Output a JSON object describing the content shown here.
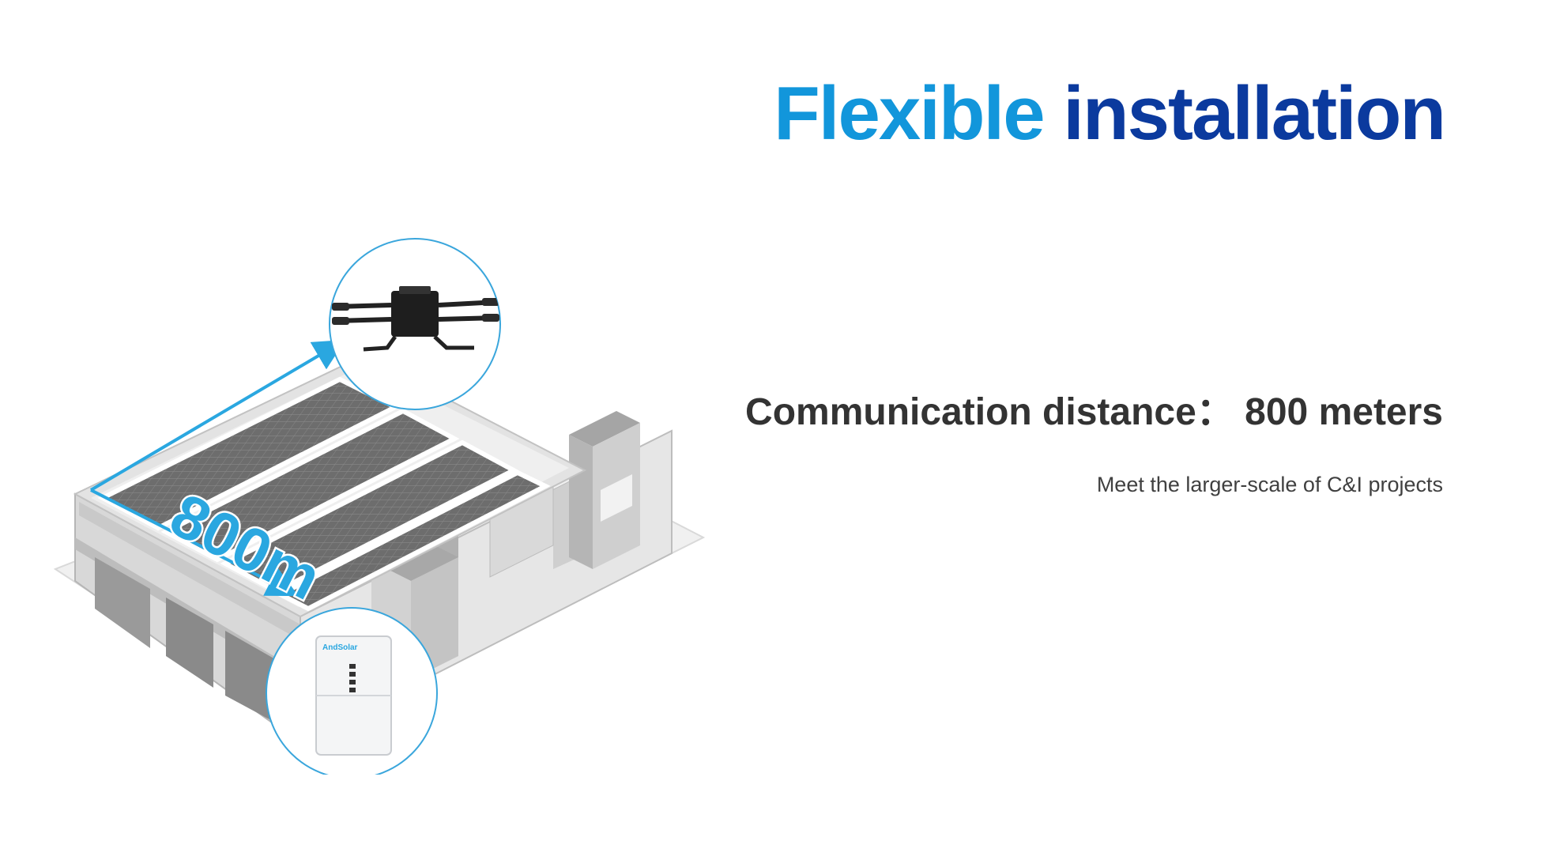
{
  "title": {
    "word1": "Flexible",
    "word2": "installation",
    "color_light": "#1296db",
    "color_dark": "#0b3a9e"
  },
  "headline": {
    "label": "Communication distance",
    "separator": "：",
    "value": "800 meters"
  },
  "subline": "Meet the larger-scale of C&I projects",
  "illustration": {
    "distance_label": "800m",
    "device_brand": "AndSolar",
    "accent_color": "#2aa7e0"
  }
}
